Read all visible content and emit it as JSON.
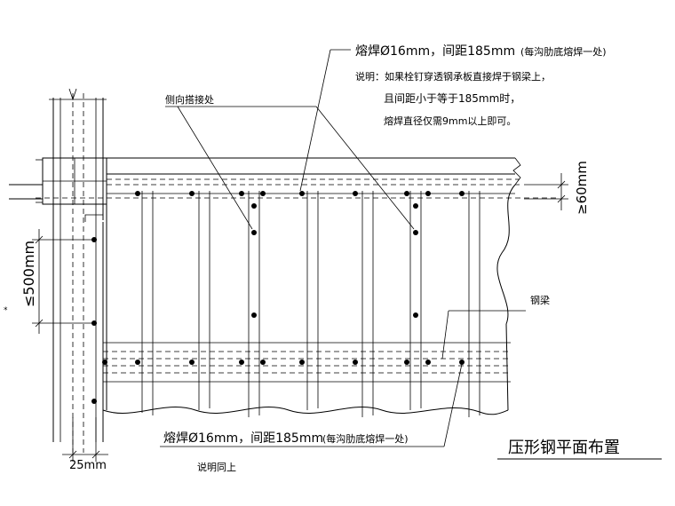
{
  "annotations": {
    "weld_top_line1": "熔焊Ø16mm，间距185mm",
    "weld_top_paren": "(每沟肋底熔焊一处)",
    "note_line1": "说明：如果栓钉穿透钢承板直接焊于钢梁上，",
    "note_line2": "且间距小于等于185mm时，",
    "note_line3": "熔焊直径仅需9mm以上即可。",
    "side_lap": "侧向搭接处",
    "steel_beam": "钢梁",
    "weld_bottom_line1": "熔焊Ø16mm，间距185mm",
    "weld_bottom_paren": "(每沟肋底熔焊一处)",
    "note_same": "说明同上",
    "title": "压形钢平面布置"
  },
  "dimensions": {
    "dim_60": "≥60mm",
    "dim_500": "≤500mm",
    "dim_25": "25mm"
  }
}
